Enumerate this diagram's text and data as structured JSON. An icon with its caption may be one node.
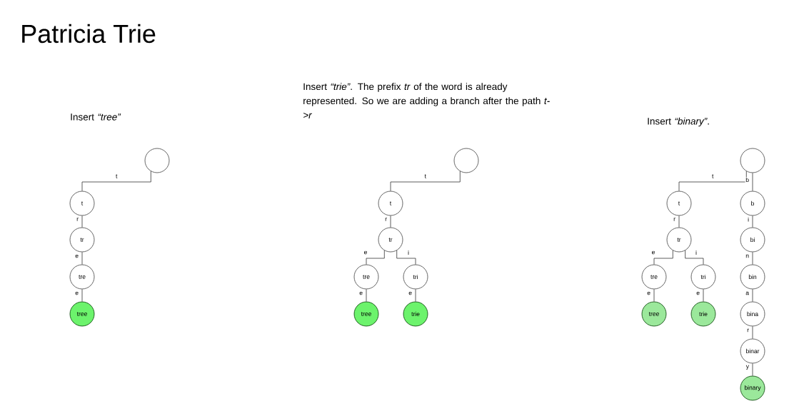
{
  "diagram": {
    "title": "Patricia Trie",
    "nodes": [
      {
        "text": [],
        "shape": "circle"
      },
      {
        "text": [
          "t"
        ]
      },
      {
        "text": [
          "tr"
        ]
      },
      {
        "text": [
          "tre"
        ]
      },
      {
        "text": [
          "tree"
        ]
      },
      {
        "text": [],
        "shape": "circle"
      },
      {
        "text": [
          "t"
        ]
      },
      {
        "text": [
          "tr"
        ]
      },
      {
        "text": [
          "tre"
        ]
      },
      {
        "text": [
          "tri"
        ]
      },
      {
        "text": [
          "tree"
        ]
      },
      {
        "text": [
          "trie"
        ]
      },
      {
        "text": [],
        "shape": "circle"
      },
      {
        "text": [
          "t"
        ]
      },
      {
        "text": [
          "b"
        ]
      },
      {
        "text": [
          "tr"
        ]
      },
      {
        "text": [
          "bi"
        ]
      },
      {
        "text": [
          "tre"
        ]
      },
      {
        "text": [
          "tri"
        ]
      },
      {
        "text": [
          "bin"
        ]
      },
      {
        "text": [
          "tree"
        ]
      },
      {
        "text": [
          "trie"
        ]
      },
      {
        "text": [
          "bina"
        ]
      },
      {
        "text": [
          "binar"
        ]
      },
      {
        "text": [
          "binary"
        ]
      }
    ],
    "edges": [
      {
        "from": 0,
        "to": 1,
        "label": "t",
        "arrow": "none"
      },
      {
        "from": 1,
        "to": 2,
        "label": "r",
        "arrow": "none"
      },
      {
        "from": 2,
        "to": 3,
        "label": "e",
        "arrow": "none"
      },
      {
        "from": 3,
        "to": 4,
        "label": "e",
        "arrow": "none"
      },
      {
        "from": 5,
        "to": 6,
        "label": "t",
        "arrow": "none"
      },
      {
        "from": 6,
        "to": 7,
        "label": "r",
        "arrow": "none"
      },
      {
        "from": 7,
        "to": 8,
        "label": "e",
        "arrow": "none"
      },
      {
        "from": 7,
        "to": 9,
        "label": "i",
        "arrow": "none"
      },
      {
        "from": 8,
        "to": 10,
        "label": "e",
        "arrow": "none"
      },
      {
        "from": 9,
        "to": 11,
        "label": "e",
        "arrow": "none"
      },
      {
        "from": 12,
        "to": 13,
        "label": "t",
        "arrow": "none"
      },
      {
        "from": 12,
        "to": 14,
        "label": "b",
        "arrow": "none"
      },
      {
        "from": 13,
        "to": 15,
        "label": "r",
        "arrow": "none"
      },
      {
        "from": 14,
        "to": 16,
        "label": "i",
        "arrow": "none"
      },
      {
        "from": 15,
        "to": 17,
        "label": "e",
        "arrow": "none"
      },
      {
        "from": 15,
        "to": 18,
        "label": "i",
        "arrow": "none"
      },
      {
        "from": 16,
        "to": 19,
        "label": "n",
        "arrow": "none"
      },
      {
        "from": 17,
        "to": 20,
        "label": "e",
        "arrow": "none"
      },
      {
        "from": 18,
        "to": 21,
        "label": "e",
        "arrow": "none"
      },
      {
        "from": 19,
        "to": 22,
        "label": "a",
        "arrow": "none"
      },
      {
        "from": 22,
        "to": 23,
        "label": "r",
        "arrow": "none"
      },
      {
        "from": 23,
        "to": 24,
        "label": "y",
        "arrow": "none"
      }
    ],
    "labels": [
      "Insert *“tree”*",
      "Insert *“trie”*. The prefix *tr* of the word is already represented. So we are adding a branch after the path *t->r*",
      "Insert *“binary”*."
    ]
  }
}
